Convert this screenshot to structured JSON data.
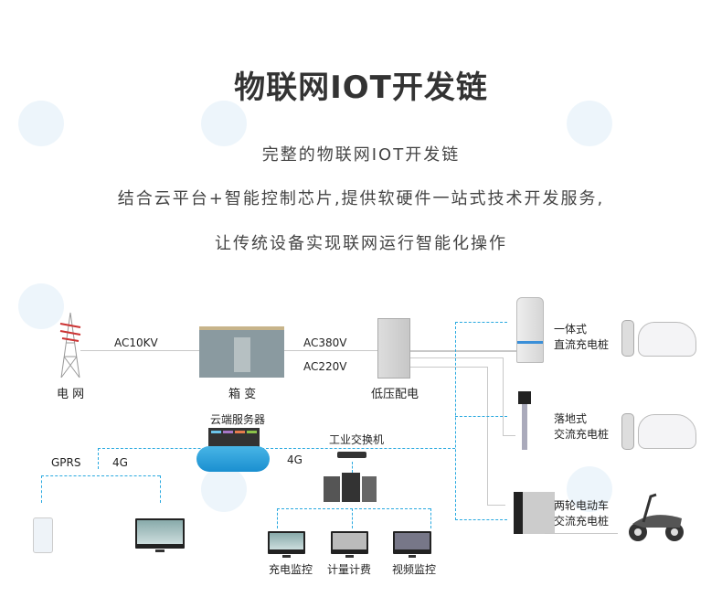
{
  "title": "物联网IOT开发链",
  "subtitle_lines": [
    "完整的物联网IOT开发链",
    "结合云平台+智能控制芯片,提供软硬件一站式技术开发服务,",
    "让传统设备实现联网运行智能化操作"
  ],
  "nodes": {
    "grid": "电 网",
    "box_transformer": "箱 变",
    "low_voltage": "低压配电",
    "cloud": "云端服务器",
    "switch": "工业交换机",
    "charge_monitor": "充电监控",
    "metering": "计量计费",
    "video_monitor": "视频监控"
  },
  "links": {
    "ac10kv": "AC10KV",
    "ac380v": "AC380V",
    "ac220v": "AC220V",
    "gprs": "GPRS",
    "g4_left": "4G",
    "g4_right": "4G"
  },
  "chargers": [
    {
      "line1": "一体式",
      "line2": "直流充电桩"
    },
    {
      "line1": "落地式",
      "line2": "交流充电桩"
    },
    {
      "line1": "两轮电动车",
      "line2": "交流充电桩"
    }
  ],
  "colors": {
    "dash": "#29a9e0",
    "line": "#c8c8c8"
  }
}
